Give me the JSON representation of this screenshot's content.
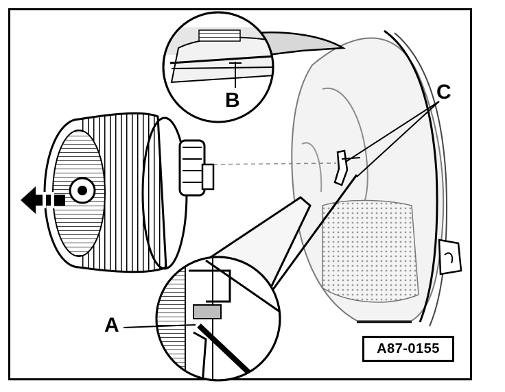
{
  "figure": {
    "callouts": {
      "a": "A",
      "b": "B",
      "c": "C"
    },
    "figure_id": "A87-0155"
  },
  "colors": {
    "line": "#000000",
    "shade": "#bdbdbd",
    "light_shade": "#e2e2e2",
    "background": "#ffffff"
  }
}
